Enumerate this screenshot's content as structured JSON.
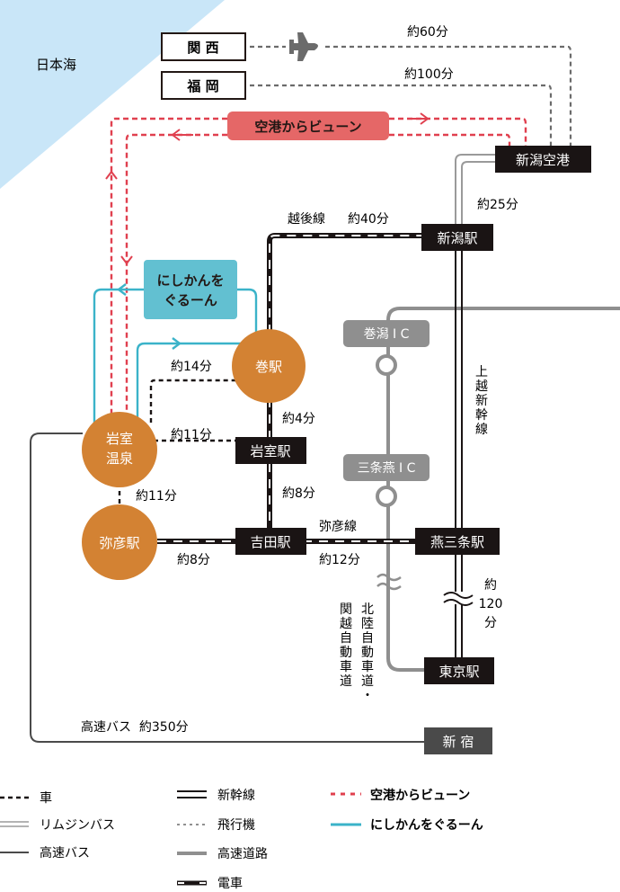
{
  "colors": {
    "sea": "#c9e6f8",
    "station_dark": "#1a1414",
    "station_gray": "#4a4a4a",
    "node_orange": "#d38233",
    "ic_gray": "#8f8f8f",
    "route_red": "#e0404f",
    "route_red_box": "#e56767",
    "route_blue": "#3bb3c9",
    "route_blue_box": "#62c0d1",
    "plane_gray": "#6b6b6b"
  },
  "sea_label": "日本海",
  "origins": {
    "kansai": "関 西",
    "fukuoka": "福 岡"
  },
  "airport_bus": "空港からビューン",
  "nishikan": {
    "line1": "にしかんを",
    "line2": "ぐるーん"
  },
  "stations": {
    "niigata_airport": "新潟空港",
    "niigata": "新潟駅",
    "iwamuro": "岩室駅",
    "yoshida": "吉田駅",
    "tsubamesanjo": "燕三条駅",
    "tokyo": "東京駅",
    "shinjuku": "新 宿"
  },
  "nodes": {
    "maki": "巻駅",
    "iwamuro_onsen_1": "岩室",
    "iwamuro_onsen_2": "温泉",
    "yahiko": "弥彦駅"
  },
  "ics": {
    "makigata": "巻潟 I C",
    "sanjo_tsubame": "三条燕 I C"
  },
  "times": {
    "kansai": "約60分",
    "fukuoka": "約100分",
    "airport_to_niigata": "約25分",
    "echigo_line": "越後線",
    "echigo_time": "約40分",
    "maki_iwamuro": "約4分",
    "iwamuro_yoshida": "約8分",
    "onsen_maki": "約14分",
    "onsen_iwamuro": "約11分",
    "onsen_yahiko": "約11分",
    "yahiko_yoshida": "約8分",
    "yahiko_line": "弥彦線",
    "yoshida_tsubame": "約12分",
    "shinkansen_1": "約",
    "shinkansen_2": "120",
    "shinkansen_3": "分",
    "highway_bus": "高速バス  約350分"
  },
  "vertical_labels": {
    "joetsu": [
      "上",
      "越",
      "新",
      "幹",
      "線"
    ],
    "hokuriku": [
      "北",
      "陸",
      "自",
      "動",
      "車",
      "道",
      "・"
    ],
    "kanetsu": [
      "関",
      "越",
      "自",
      "動",
      "車",
      "道"
    ]
  },
  "legend": {
    "car": "車",
    "limousine": "リムジンバス",
    "highway_bus": "高速バス",
    "shinkansen": "新幹線",
    "airplane": "飛行機",
    "expressway": "高速道路",
    "train": "電車",
    "airport_bus": "空港からビューン",
    "nishikan": "にしかんをぐるーん"
  }
}
